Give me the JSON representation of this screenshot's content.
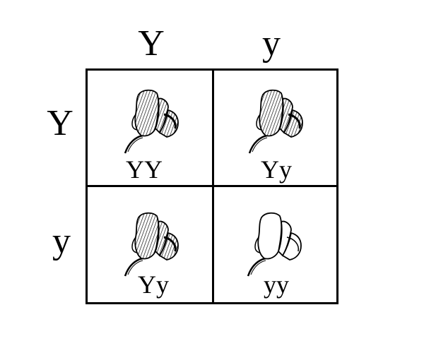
{
  "columns": [
    "Y",
    "y"
  ],
  "rows": [
    "Y",
    "y"
  ],
  "cells": [
    {
      "genotype": "YY",
      "flower": "hatched"
    },
    {
      "genotype": "Yy",
      "flower": "hatched"
    },
    {
      "genotype": "Yy",
      "flower": "hatched"
    },
    {
      "genotype": "yy",
      "flower": "plain"
    }
  ]
}
